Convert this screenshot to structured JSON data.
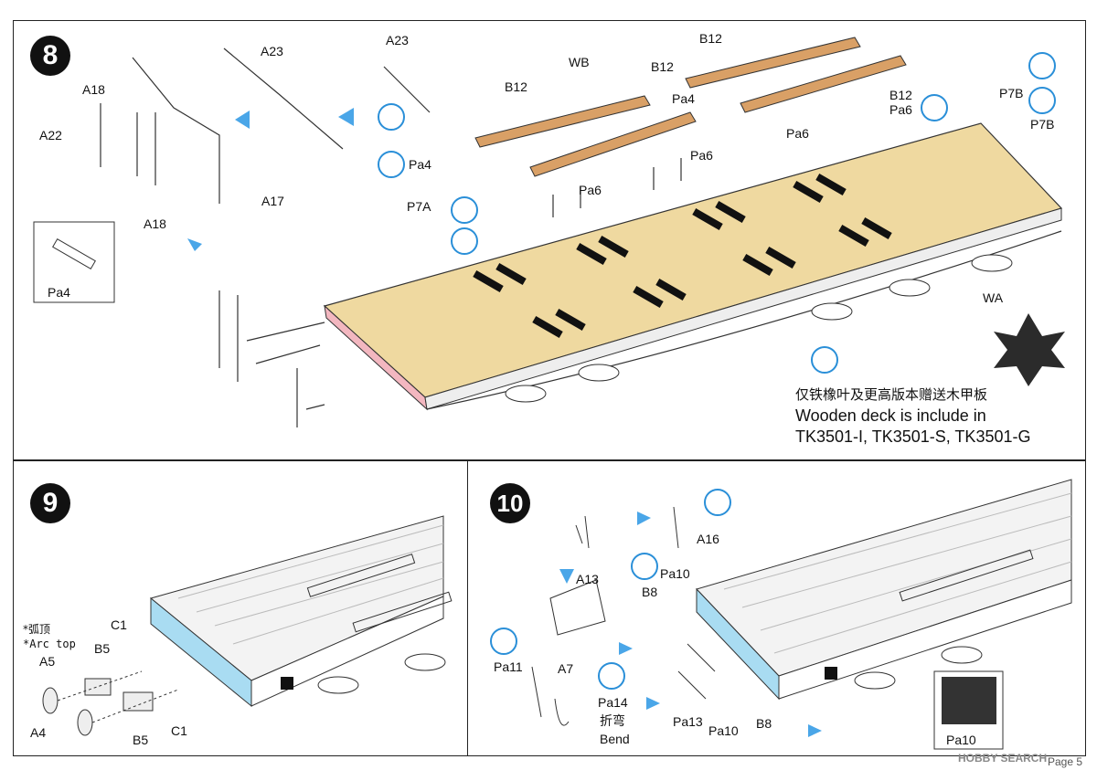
{
  "steps": {
    "s8": "8",
    "s9": "9",
    "s10": "10"
  },
  "panel8": {
    "labels": {
      "A23a": "A23",
      "A23b": "A23",
      "A18a": "A18",
      "A18b": "A18",
      "A22": "A22",
      "A17": "A17",
      "WB": "WB",
      "B12a": "B12",
      "B12b": "B12",
      "B12c": "B12",
      "B12d": "B12",
      "Pa4a": "Pa4",
      "Pa4b": "Pa4",
      "Pa4c": "Pa4",
      "Pa6a": "Pa6",
      "Pa6b": "Pa6",
      "Pa6c": "Pa6",
      "Pa6d": "Pa6",
      "P7A": "P7A",
      "P7Ba": "P7B",
      "P7Bb": "P7B",
      "WA": "WA"
    },
    "note": {
      "cn": "仅铁橡叶及更高版本赠送木甲板",
      "line1": "Wooden deck is include in",
      "line2": "TK3501-I, TK3501-S, TK3501-G"
    }
  },
  "panel9": {
    "labels": {
      "arc_cn": "*弧顶",
      "arc_en": "*Arc top",
      "C1a": "C1",
      "C1b": "C1",
      "B5a": "B5",
      "B5b": "B5",
      "A5": "A5",
      "A4": "A4"
    }
  },
  "panel10": {
    "labels": {
      "A16": "A16",
      "A13": "A13",
      "Pa10a": "Pa10",
      "Pa10b": "Pa10",
      "Pa10c": "Pa10",
      "B8a": "B8",
      "B8b": "B8",
      "Pa11": "Pa11",
      "A7": "A7",
      "Pa14": "Pa14",
      "Pa13": "Pa13",
      "bend_cn": "折弯",
      "bend_en": "Bend"
    }
  },
  "footer": {
    "watermark": "HOBBY SEARCH",
    "page": "Page 5"
  },
  "colors": {
    "accent": "#2a8fd8",
    "deck": "#efd9a0",
    "brake_face": "#f3b7c0",
    "end_face": "#a9dcf2"
  }
}
